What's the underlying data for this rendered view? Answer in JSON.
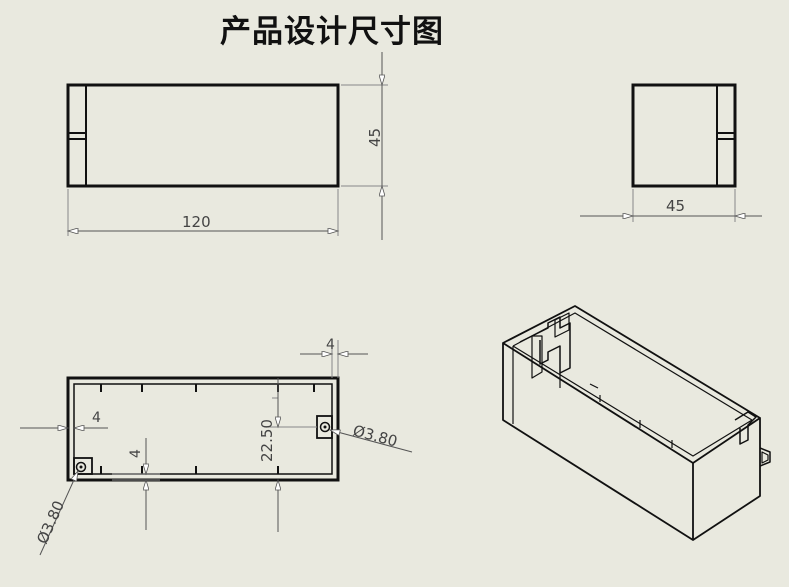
{
  "title": "产品设计尺寸图",
  "front_view": {
    "length_label": "120",
    "height_label": "45"
  },
  "side_view": {
    "width_label": "45"
  },
  "section_view": {
    "gap_top_label": "4",
    "gap_left_label": "4",
    "gap_bottom_label": "4",
    "hole_height_label": "22.50",
    "hole_right_label": "Ø3.80",
    "hole_left_label": "Ø3.80"
  }
}
